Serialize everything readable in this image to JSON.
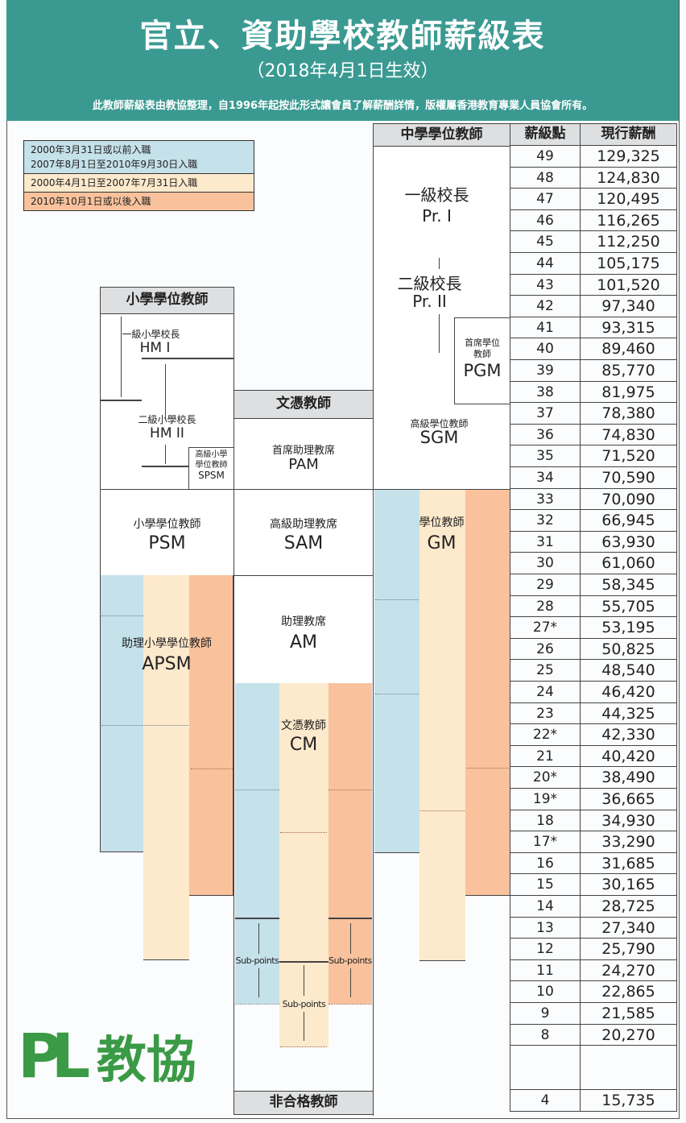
{
  "header": {
    "title": "官立、資助學校教師薪級表",
    "subtitle": "（2018年4月1日生效）",
    "note": "此教師薪級表由教協整理，自1996年起按此形式讓會員了解薪酬詳情，版權屬香港教育專業人員協會所有。"
  },
  "legend": {
    "items": [
      {
        "label": "2000年3月31日或以前入職",
        "label2": "2007年8月1日至2010年9月30日入職",
        "color": "#c5e1ea"
      },
      {
        "label": "2000年4月1日至2007年7月31日入職",
        "color": "#fde9cc"
      },
      {
        "label": "2010年10月1日或以後入職",
        "color": "#f9c29c"
      }
    ]
  },
  "groups": {
    "primary": {
      "heading": "小學學位教師",
      "hm1_zh": "一級小學校長",
      "hm1_en": "HM I",
      "hm2_zh": "二級小學校長",
      "hm2_en": "HM II",
      "spsm_zh1": "高級小學",
      "spsm_zh2": "學位教師",
      "spsm_en": "SPSM",
      "psm_zh": "小學學位教師",
      "psm_en": "PSM",
      "apsm_zh": "助理小學學位教師",
      "apsm_en": "APSM"
    },
    "diploma": {
      "heading": "文憑教師",
      "pam_zh": "首席助理教席",
      "pam_en": "PAM",
      "sam_zh": "高級助理教席",
      "sam_en": "SAM",
      "am_zh": "助理教席",
      "am_en": "AM",
      "cm_zh": "文憑教師",
      "cm_en": "CM",
      "subpoints": "Sub-points"
    },
    "secondary": {
      "heading": "中學學位教師",
      "pr1_zh": "一級校長",
      "pr1_en": "Pr. I",
      "pr2_zh": "二級校長",
      "pr2_en": "Pr. II",
      "pgm_zh1": "首席學位",
      "pgm_zh2": "教師",
      "pgm_en": "PGM",
      "sgm_zh": "高級學位教師",
      "sgm_en": "SGM",
      "gm_zh": "學位教師",
      "gm_en": "GM"
    },
    "unqualified": {
      "heading": "非合格教師"
    }
  },
  "table": {
    "col_point": "薪級點",
    "col_salary": "現行薪酬"
  },
  "logo": {
    "mark": "PL",
    "text": "教協"
  },
  "colors": {
    "teal": "#3a9a92",
    "blue": "#c5e1ea",
    "cream": "#fde9cc",
    "orange": "#f9c29c",
    "logo_green": "#3a9a45"
  },
  "chart_data": {
    "type": "table",
    "title": "官立、資助學校教師薪級表",
    "subtitle": "（2018年4月1日生效）",
    "columns": [
      "薪級點",
      "現行薪酬"
    ],
    "rows": [
      [
        "49",
        "129,325"
      ],
      [
        "48",
        "124,830"
      ],
      [
        "47",
        "120,495"
      ],
      [
        "46",
        "116,265"
      ],
      [
        "45",
        "112,250"
      ],
      [
        "44",
        "105,175"
      ],
      [
        "43",
        "101,520"
      ],
      [
        "42",
        "97,340"
      ],
      [
        "41",
        "93,315"
      ],
      [
        "40",
        "89,460"
      ],
      [
        "39",
        "85,770"
      ],
      [
        "38",
        "81,975"
      ],
      [
        "37",
        "78,380"
      ],
      [
        "36",
        "74,830"
      ],
      [
        "35",
        "71,520"
      ],
      [
        "34",
        "70,590"
      ],
      [
        "33",
        "70,090"
      ],
      [
        "32",
        "66,945"
      ],
      [
        "31",
        "63,930"
      ],
      [
        "30",
        "61,060"
      ],
      [
        "29",
        "58,345"
      ],
      [
        "28",
        "55,705"
      ],
      [
        "27*",
        "53,195"
      ],
      [
        "26",
        "50,825"
      ],
      [
        "25",
        "48,540"
      ],
      [
        "24",
        "46,420"
      ],
      [
        "23",
        "44,325"
      ],
      [
        "22*",
        "42,330"
      ],
      [
        "21",
        "40,420"
      ],
      [
        "20*",
        "38,490"
      ],
      [
        "19*",
        "36,665"
      ],
      [
        "18",
        "34,930"
      ],
      [
        "17*",
        "33,290"
      ],
      [
        "16",
        "31,685"
      ],
      [
        "15",
        "30,165"
      ],
      [
        "14",
        "28,725"
      ],
      [
        "13",
        "27,340"
      ],
      [
        "12",
        "25,790"
      ],
      [
        "11",
        "24,270"
      ],
      [
        "10",
        "22,865"
      ],
      [
        "9",
        "21,585"
      ],
      [
        "8",
        "20,270"
      ],
      [
        "",
        ""
      ],
      [
        "4",
        "15,735"
      ]
    ],
    "ranks": [
      {
        "rank": "Pr. I",
        "group": "中學學位教師",
        "min": 45,
        "max": 49
      },
      {
        "rank": "Pr. II",
        "group": "中學學位教師",
        "min": 40,
        "max": 44
      },
      {
        "rank": "PGM",
        "group": "中學學位教師",
        "min": 38,
        "max": 41
      },
      {
        "rank": "SGM",
        "group": "中學學位教師",
        "min": 34,
        "max": 39
      },
      {
        "rank": "GM",
        "group": "中學學位教師",
        "min": 12,
        "max": 33
      },
      {
        "rank": "HM I",
        "group": "小學學位教師",
        "min": 38,
        "max": 44
      },
      {
        "rank": "HM II",
        "group": "小學學位教師",
        "min": 34,
        "max": 41
      },
      {
        "rank": "SPSM",
        "group": "小學學位教師",
        "min": 34,
        "max": 35
      },
      {
        "rank": "PSM",
        "group": "小學學位教師",
        "min": 30,
        "max": 33
      },
      {
        "rank": "APSM",
        "group": "小學學位教師",
        "min": 12,
        "max": 29
      },
      {
        "rank": "PAM",
        "group": "文憑教師",
        "min": 34,
        "max": 37
      },
      {
        "rank": "SAM",
        "group": "文憑教師",
        "min": 30,
        "max": 33
      },
      {
        "rank": "AM",
        "group": "文憑教師",
        "min": 25,
        "max": 29
      },
      {
        "rank": "CM",
        "group": "文憑教師",
        "min": 8,
        "max": 24
      }
    ]
  }
}
